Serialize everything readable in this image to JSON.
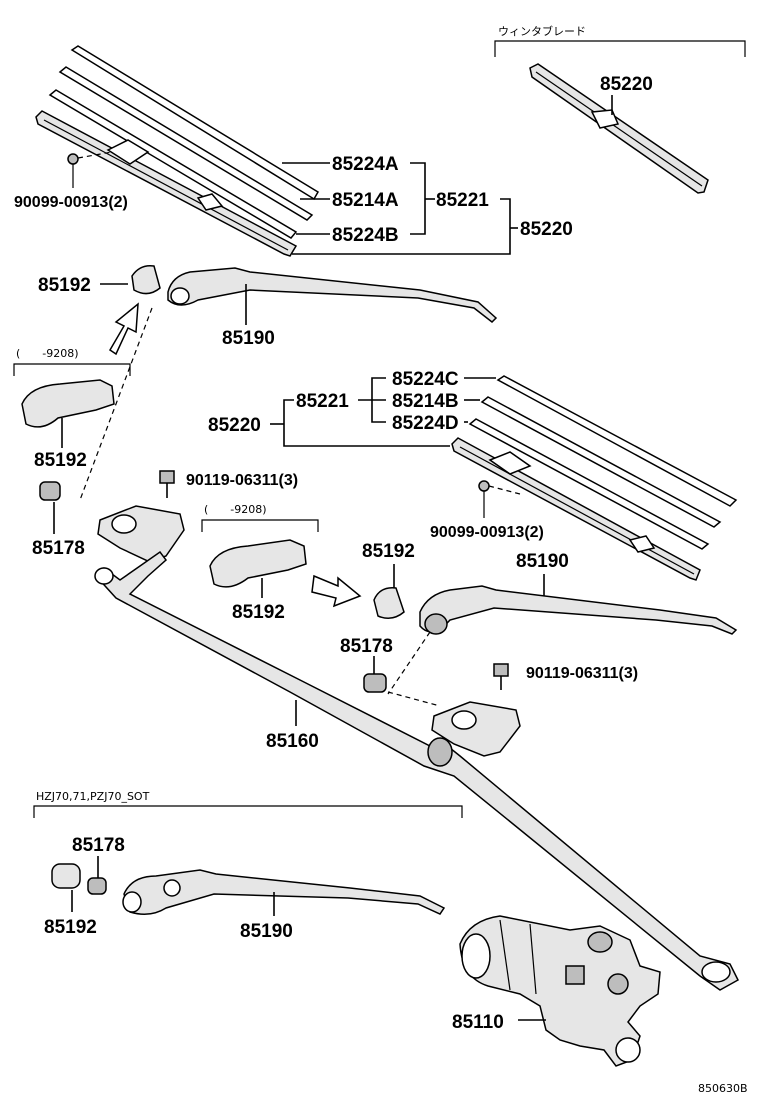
{
  "diagram": {
    "labels": {
      "winter_blade_caption": "ウィンタブレード",
      "winter_blade": "85220",
      "refill_a": "85224A",
      "backing_a": "85214A",
      "blade_sub_top": "85221",
      "blade_top": "85220",
      "clip_top": "90099-00913(2)",
      "cap_top": "85192",
      "arm_top": "85190",
      "note_top": "(　　-9208)",
      "cap_var_top": "85192",
      "bolt_top": "90119-06311(3)",
      "pivot_cap_top": "85178",
      "note_mid": "(　　-9208)",
      "cap_var_mid": "85192",
      "refill_c": "85224C",
      "backing_b": "85214B",
      "refill_d": "85224D",
      "blade_sub_mid": "85221",
      "blade_mid": "85220",
      "clip_mid": "90099-00913(2)",
      "cap_mid": "85192",
      "arm_mid": "85190",
      "pivot_cap_mid": "85178",
      "bolt_mid": "90119-06311(3)",
      "link": "85160",
      "model_note": "HZJ70,71,PZJ70_SOT",
      "pivot_cap_rear": "85178",
      "cap_rear": "85192",
      "arm_rear": "85190",
      "motor": "85110",
      "refill_b": "85224B",
      "figure_code": "850630B"
    }
  }
}
